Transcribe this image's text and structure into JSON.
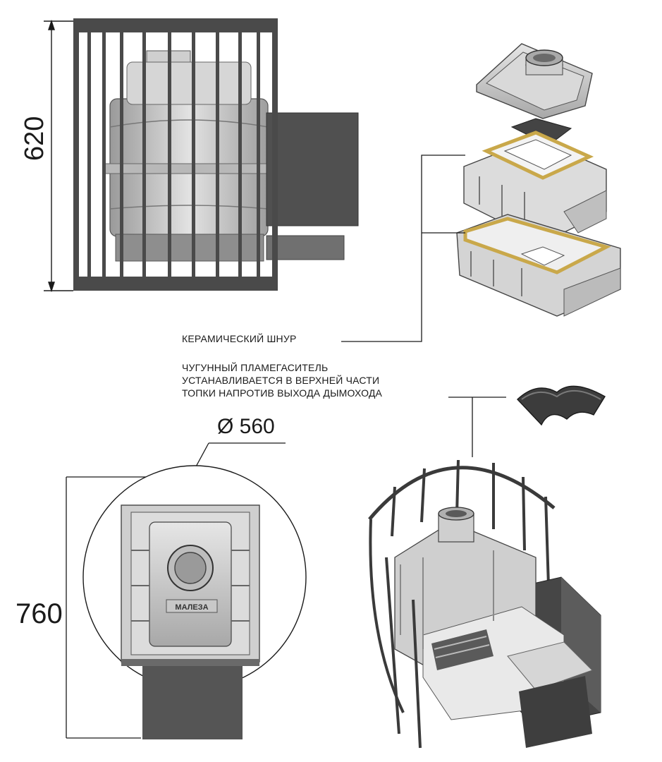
{
  "dimensions": {
    "height": "620",
    "total_height": "760",
    "diameter": "Ø 560"
  },
  "callouts": {
    "ceramic_cord": "КЕРАМИЧЕСКИЙ ШНУР",
    "flame_arrester": [
      "ЧУГУННЫЙ ПЛАМЕГАСИТЕЛЬ",
      "УСТАНАВЛИВАЕТСЯ В ВЕРХНЕЙ ЧАСТИ",
      "ТОПКИ НАПРОТИВ ВЫХОДА ДЫМОХОДА"
    ]
  },
  "top_plate_marking": "МАЛЕЗА",
  "colors": {
    "line": "#1a1a1a",
    "dark_steel": "#4a4a4a",
    "cast_iron": "#b9b9b9",
    "cord": "#c9a84a"
  }
}
